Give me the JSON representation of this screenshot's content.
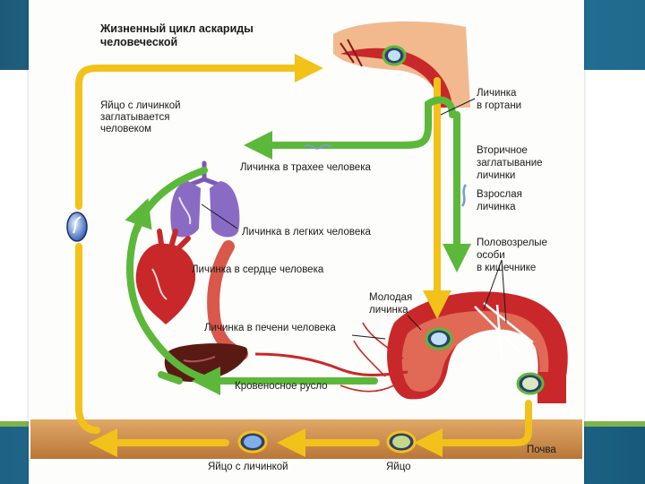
{
  "diagram": {
    "title": [
      "Жизненный цикл аскариды",
      "человеческой"
    ],
    "labels": {
      "swallowed": [
        "Яйцо с личинкой",
        "заглатывается",
        "человеком"
      ],
      "larynx": [
        "Личинка",
        "в гортани"
      ],
      "trachea": "Личинка в трахее человека",
      "secondary": [
        "Вторичное",
        "заглатывание",
        "личинки"
      ],
      "adult": [
        "Взрослая",
        "личинка"
      ],
      "lungs": "Личинка в легких человека",
      "mature": [
        "Половозрелые",
        "особи",
        "в кишечнике"
      ],
      "heart": "Личинка в сердце человека",
      "young": [
        "Молодая",
        "личинка"
      ],
      "liver": "Личинка в печени человека",
      "blood": "Кровеносное русло",
      "soil": "Почва",
      "egg_larva": "Яйцо с личинкой",
      "egg": "Яйцо"
    },
    "colors": {
      "yellow_arrow": "#f2c21a",
      "green_arrow": "#5cb83a",
      "organ_red": "#c8282a",
      "lung_purple": "#8a6bc4",
      "soil_brown": "#c98a4a",
      "slide_blue": "#1f6a8d"
    }
  }
}
